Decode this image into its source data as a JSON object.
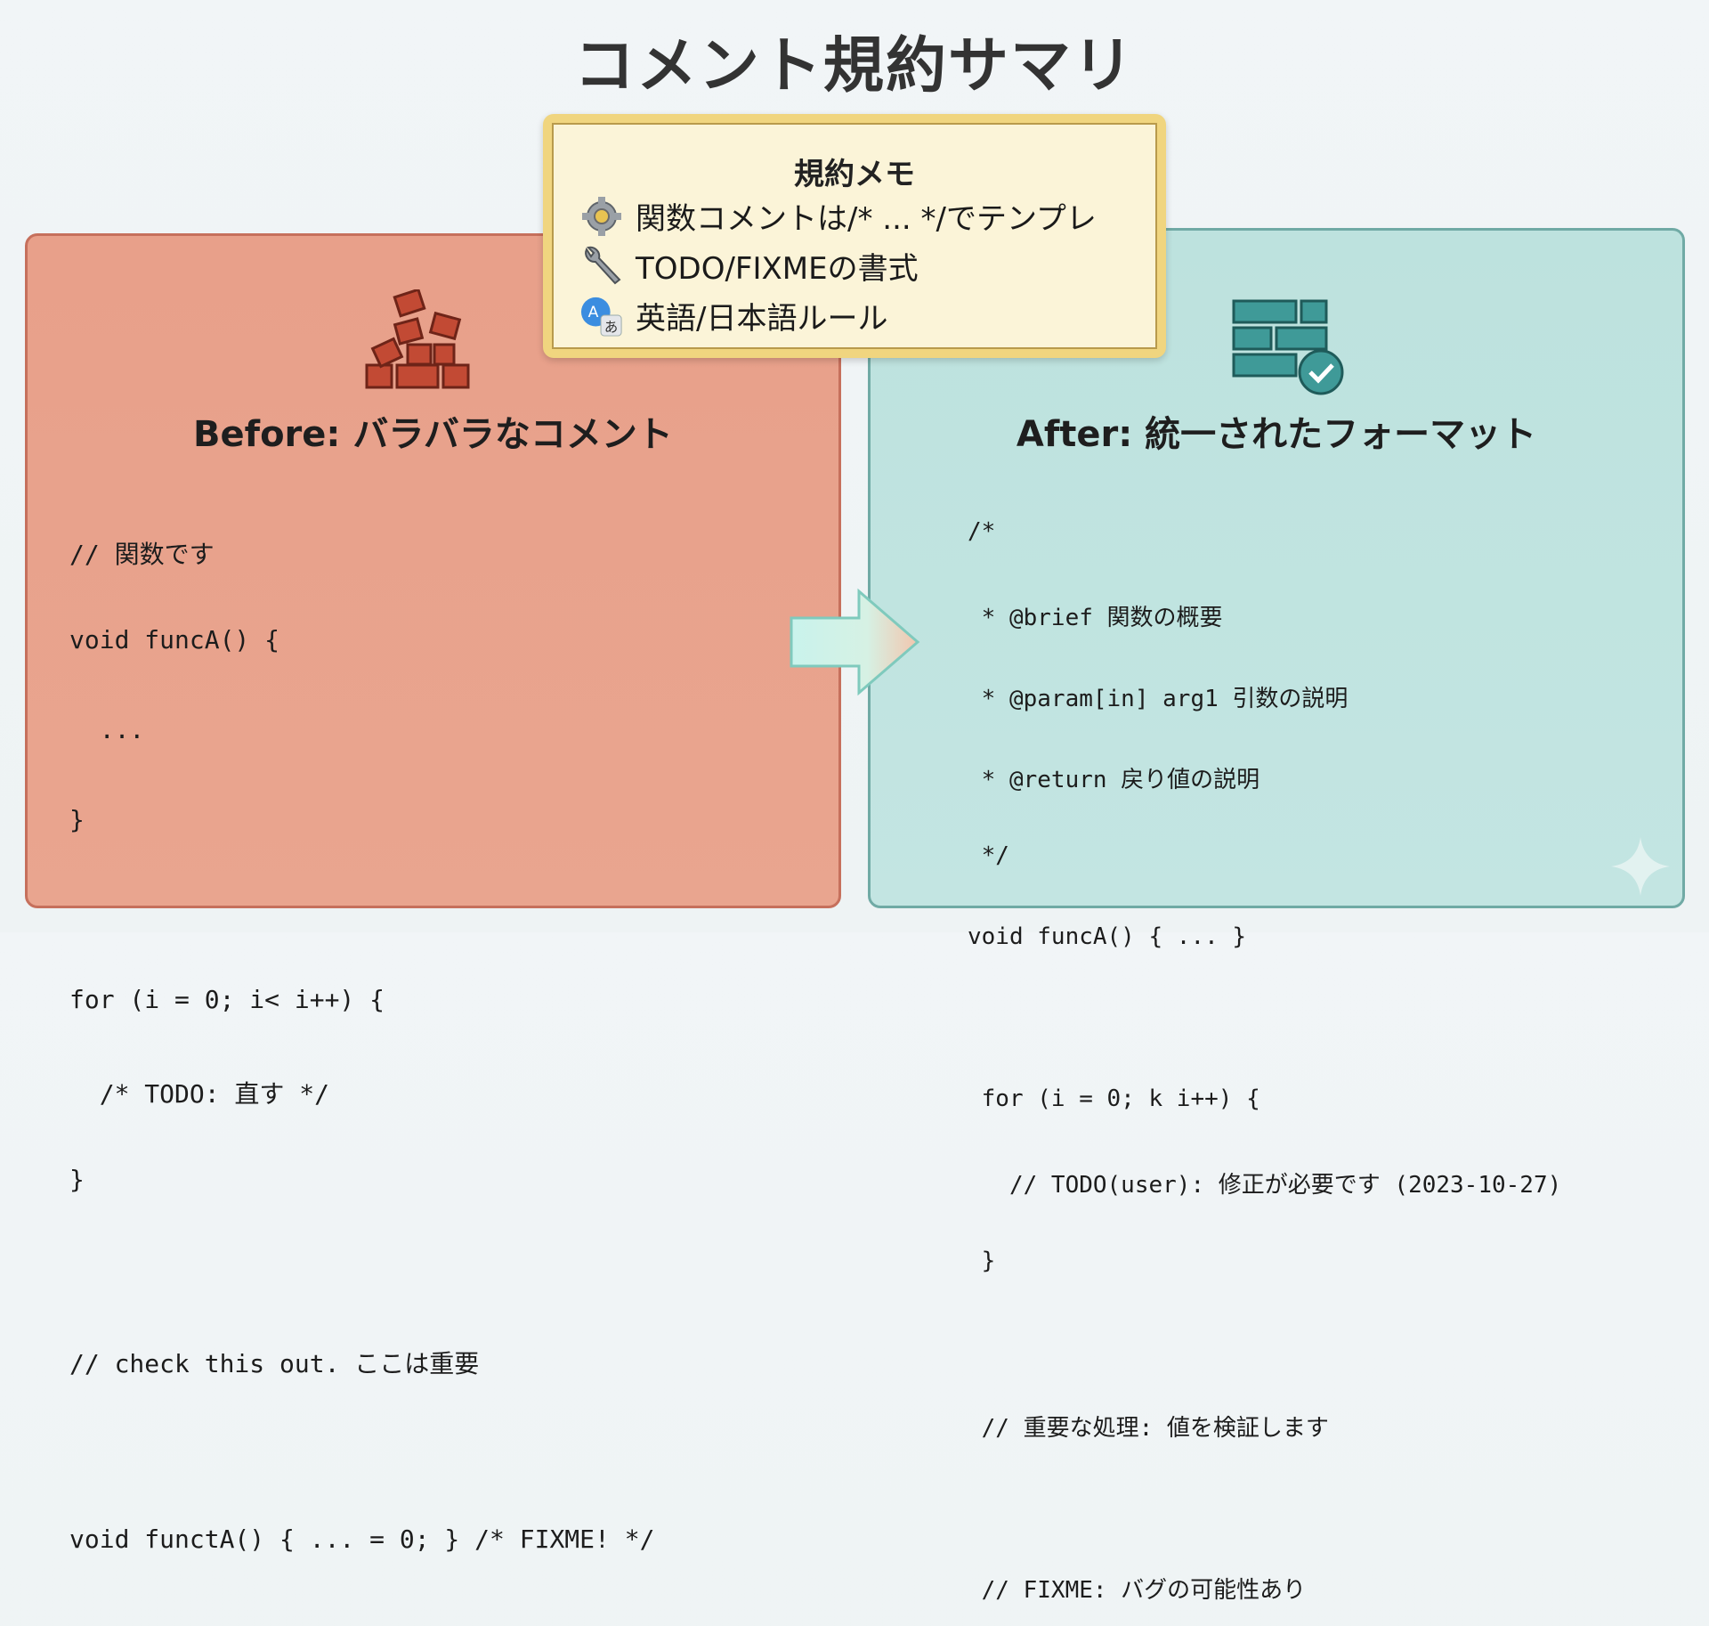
{
  "title": "コメント規約サマリ",
  "memo": {
    "title": "規約メモ",
    "items": [
      {
        "icon": "gear-icon",
        "text": "関数コメントは/* ... */でテンプレ"
      },
      {
        "icon": "wrench-icon",
        "text": "TODO/FIXMEの書式"
      },
      {
        "icon": "language-icon",
        "text": "英語/日本語ルール"
      }
    ]
  },
  "before": {
    "heading": "Before: バラバラなコメント",
    "icon": "scattered-bricks-icon",
    "code": [
      "// 関数です",
      "void funcA() {",
      "  ...",
      "}",
      "",
      "for (i = 0; i< i++) {",
      "  /* TODO: 直す */",
      "}",
      "",
      "// check this out. ここは重要",
      "",
      "void functA() { ... = 0; } /* FIXME! */"
    ]
  },
  "after": {
    "heading": "After: 統一されたフォーマット",
    "icon": "organized-bricks-check-icon",
    "code": [
      "/*",
      " * @brief 関数の概要",
      " * @param[in] arg1 引数の説明",
      " * @return 戻り値の説明",
      " */",
      "void funcA() { ... }",
      "",
      " for (i = 0; k i++) {",
      "   // TODO(user): 修正が必要です (2023-10-27)",
      " }",
      "",
      " // 重要な処理: 値を検証します",
      "",
      " // FIXME: バグの可能性あり"
    ]
  },
  "colors": {
    "before_bg": "#e9a28b",
    "after_bg": "#bfe3df",
    "memo_bg": "#fbf4d8",
    "memo_border": "#f0d57f"
  }
}
